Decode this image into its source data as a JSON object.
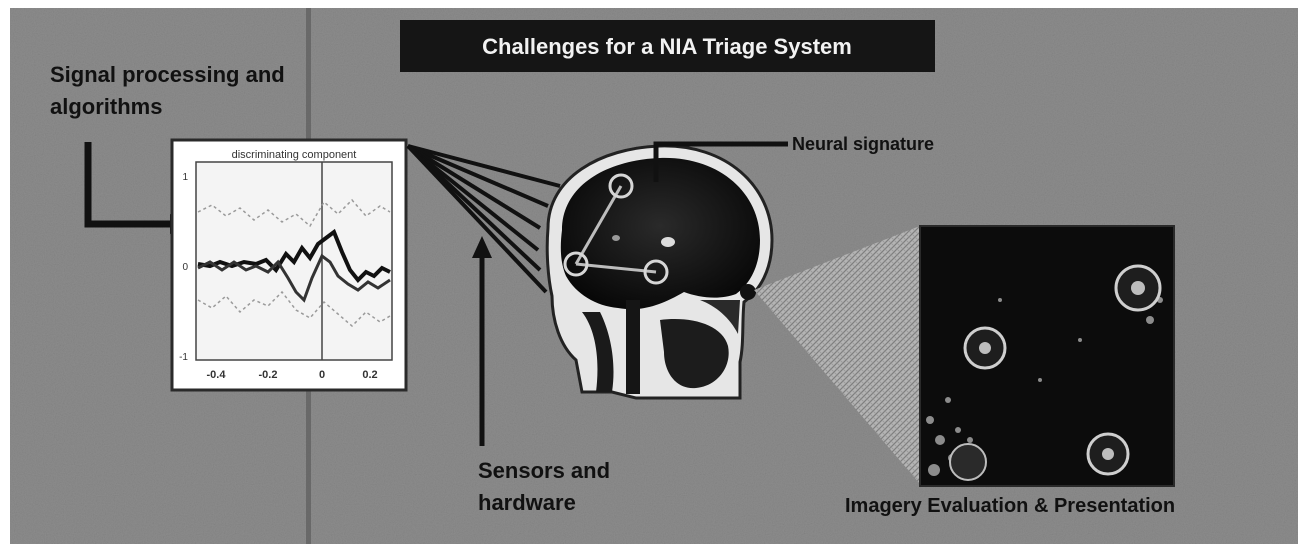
{
  "title": "Challenges for a NIA Triage System",
  "labels": {
    "signal_processing": [
      "Signal processing and",
      "algorithms"
    ],
    "neural_signature": "Neural signature",
    "sensors": [
      "Sensors and",
      "hardware"
    ],
    "imagery": "Imagery Evaluation & Presentation"
  },
  "plot": {
    "title": "discriminating component",
    "x_ticks": [
      "-0.4",
      "-0.2",
      "0",
      "0.2"
    ],
    "y_ticks": [
      "1",
      "0",
      "-1"
    ]
  },
  "colors": {
    "background": "#8f8f8f",
    "title_bg": "#1a1a1a",
    "title_text": "#f2f2f2",
    "label_text": "#111111"
  }
}
